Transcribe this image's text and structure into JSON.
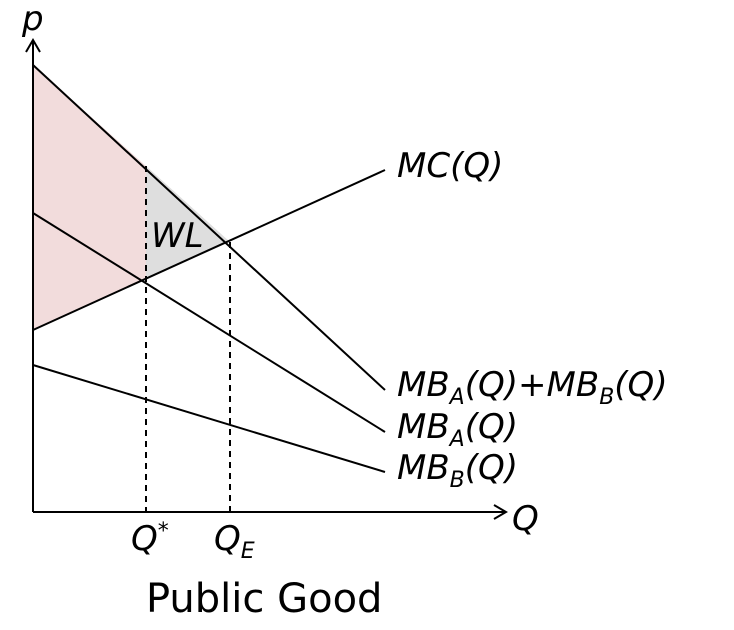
{
  "caption": "Public Good",
  "axes": {
    "y_label": "p",
    "x_label": "Q"
  },
  "curves": {
    "mc": "MC(Q)",
    "mb_sum": {
      "a": "MB",
      "a_sub": "A",
      "a_rest": "(Q)",
      "plus": "+",
      "b": "MB",
      "b_sub": "B",
      "b_rest": "(Q)"
    },
    "mb_a": {
      "main": "MB",
      "sub": "A",
      "rest": "(Q)"
    },
    "mb_b": {
      "main": "MB",
      "sub": "B",
      "rest": "(Q)"
    }
  },
  "ticks": {
    "q_star": {
      "main": "Q",
      "sup": "*"
    },
    "q_e": {
      "main": "Q",
      "sub": "E"
    }
  },
  "regions": {
    "welfare_loss": "WL"
  },
  "colors": {
    "surplus_fill": "#f2dcdc",
    "wl_fill": "#dedede",
    "line": "#000000"
  }
}
